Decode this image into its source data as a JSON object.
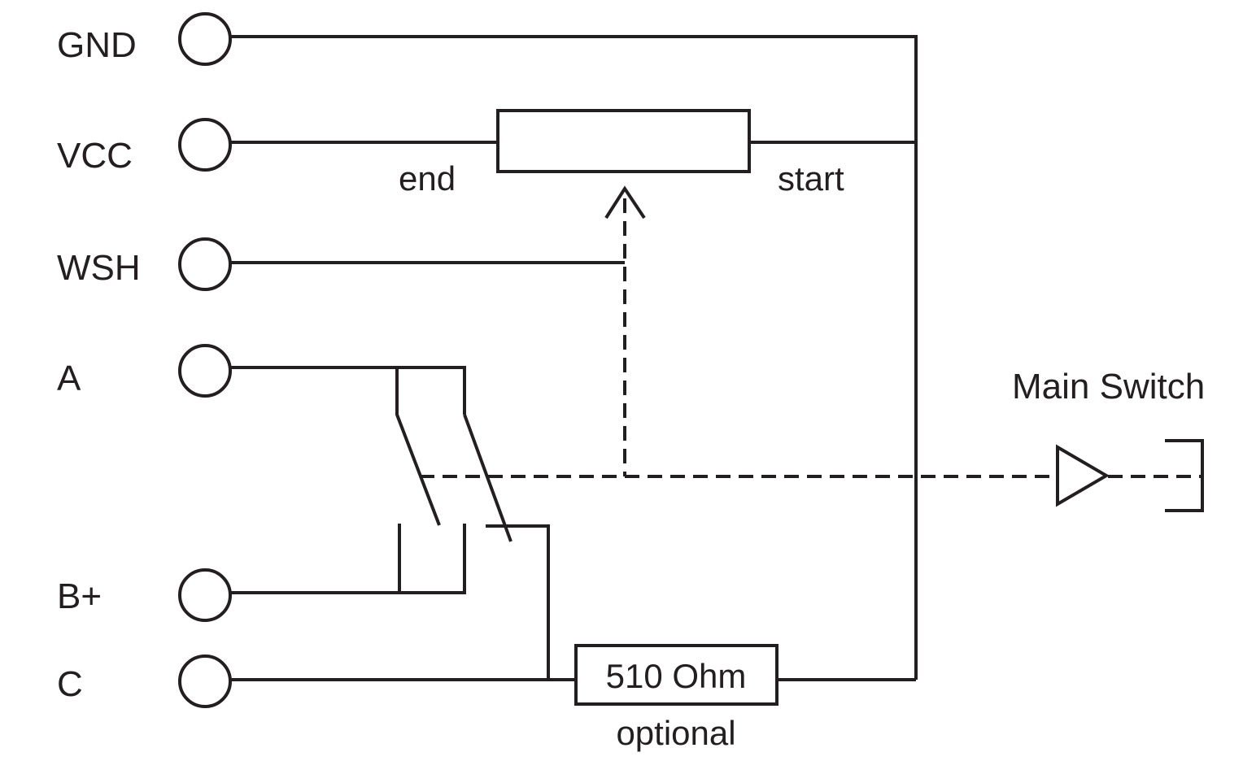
{
  "terminals": {
    "gnd": "GND",
    "vcc": "VCC",
    "wsh": "WSH",
    "a": "A",
    "b_plus": "B+",
    "c": "C"
  },
  "potentiometer": {
    "end_label": "end",
    "start_label": "start"
  },
  "resistor": {
    "value_label": "510 Ohm",
    "note_label": "optional"
  },
  "main_switch": {
    "label": "Main Switch"
  },
  "colors": {
    "ink": "#231f20",
    "background": "#ffffff"
  }
}
